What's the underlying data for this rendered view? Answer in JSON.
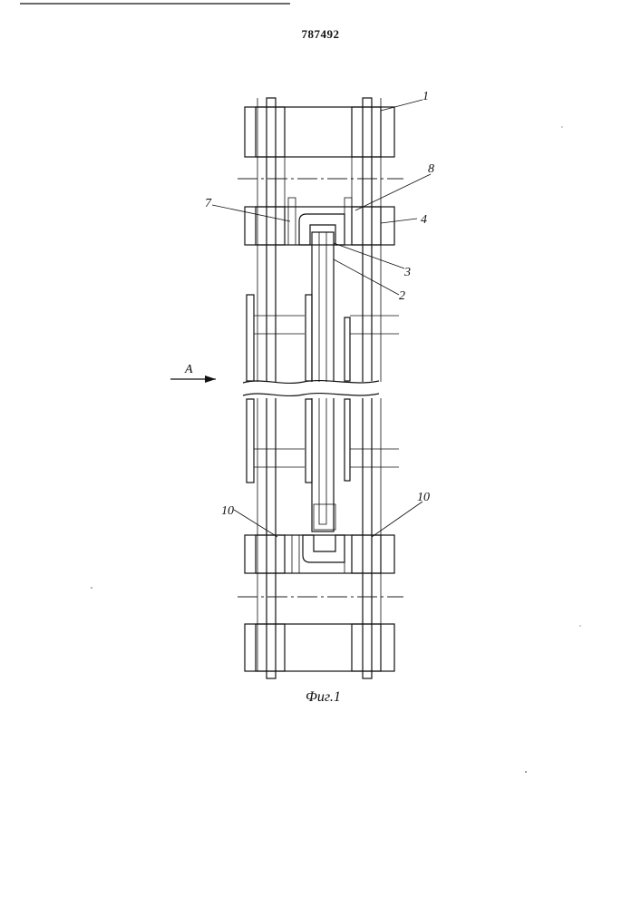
{
  "document": {
    "patent_number": "787492",
    "figure_caption": "Фиг.1",
    "arrow_label": "A"
  },
  "labels": [
    {
      "id": "1",
      "text": "1"
    },
    {
      "id": "2",
      "text": "2"
    },
    {
      "id": "3",
      "text": "3"
    },
    {
      "id": "4",
      "text": "4"
    },
    {
      "id": "7",
      "text": "7"
    },
    {
      "id": "8",
      "text": "8"
    },
    {
      "id": "10a",
      "text": "10"
    },
    {
      "id": "10b",
      "text": "10"
    }
  ],
  "colors": {
    "ink": "#111111",
    "paper": "#ffffff"
  }
}
